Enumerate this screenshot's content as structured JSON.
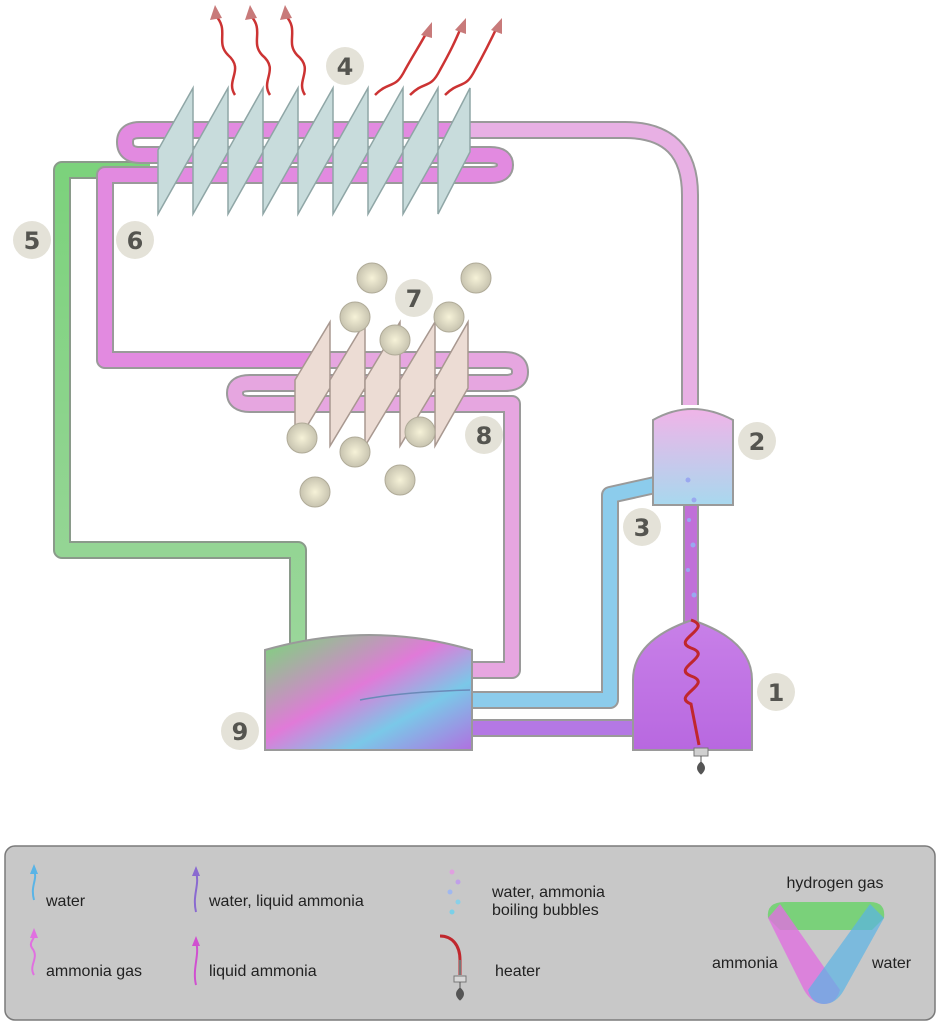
{
  "diagram": {
    "labels": [
      "1",
      "2",
      "3",
      "4",
      "5",
      "6",
      "7",
      "8",
      "9"
    ],
    "colors": {
      "ammonia": "#e070e0",
      "water": "#5ab4e6",
      "hydrogen": "#6cd26c",
      "heater": "#c0272d",
      "fins_hot": "#c8dcdc",
      "fins_cold": "#ecdcd4",
      "pipe_outline": "#9a9a9a"
    }
  },
  "legend": {
    "water": "water",
    "water_liquid_ammonia": "water, liquid ammonia",
    "bubbles_line1": "water, ammonia",
    "bubbles_line2": "boiling bubbles",
    "ammonia_gas": "ammonia gas",
    "liquid_ammonia": "liquid ammonia",
    "heater": "heater",
    "venn": {
      "hydrogen": "hydrogen gas",
      "ammonia": "ammonia",
      "water": "water"
    }
  }
}
